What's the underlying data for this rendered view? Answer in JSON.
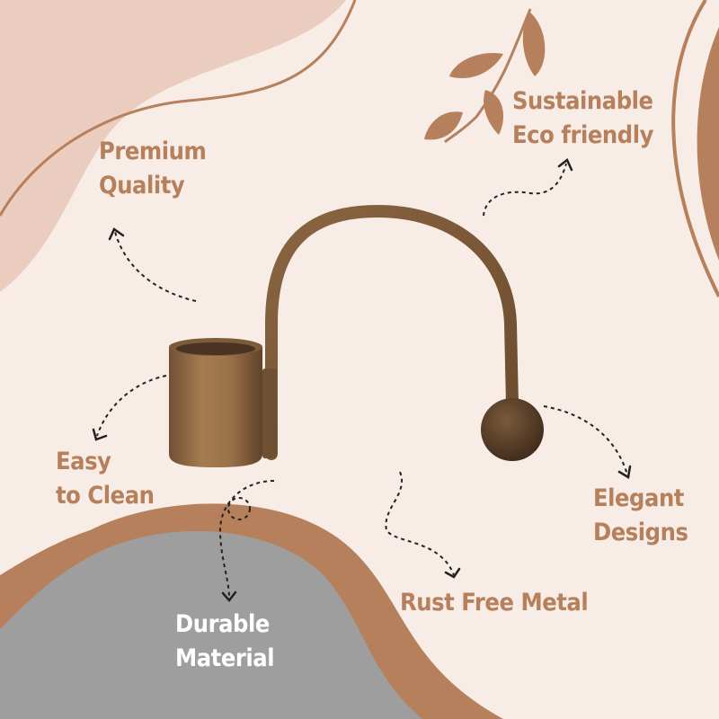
{
  "colors": {
    "background": "#f8ece6",
    "blob_pink": "#ebcdbf",
    "accent_brown": "#b5805b",
    "blob_gray": "#9e9e9e",
    "product_bronze": "#8f6a45"
  },
  "features": {
    "premium_quality": [
      "Premium",
      "Quality"
    ],
    "sustainable": [
      "Sustainable",
      "Eco friendly"
    ],
    "easy_to_clean": [
      "Easy",
      "to Clean"
    ],
    "elegant_designs": [
      "Elegant",
      "Designs"
    ],
    "rust_free": [
      "Rust Free Metal"
    ],
    "durable_material": [
      "Durable",
      "Material"
    ]
  },
  "icons": [
    "leaf-sprig-icon",
    "dotted-arrow-icon",
    "candle-holder-illustration"
  ]
}
